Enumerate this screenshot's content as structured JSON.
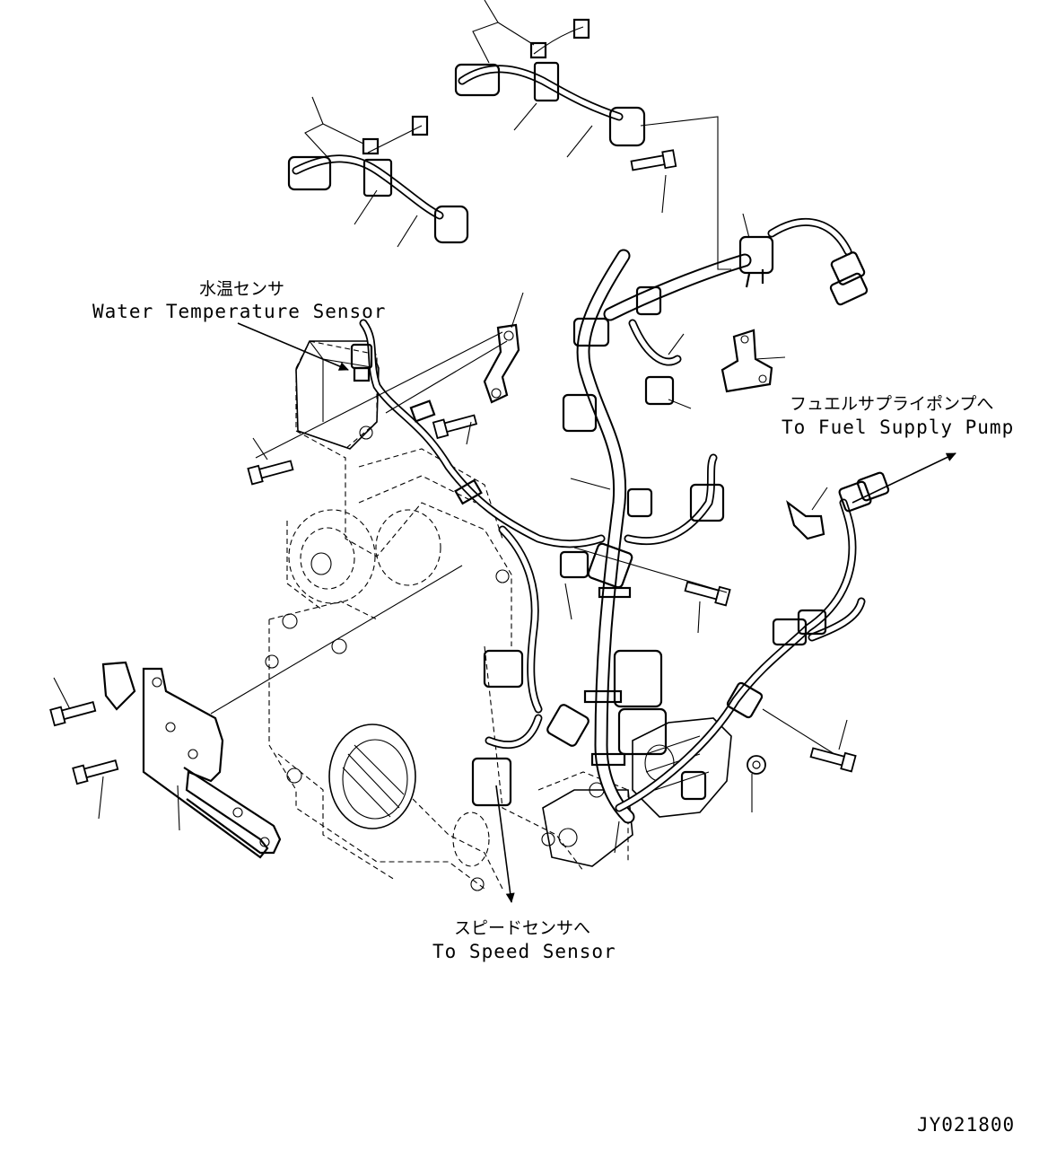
{
  "labels": {
    "water_temp_jp": "水温センサ",
    "water_temp_en": "Water Temperature Sensor",
    "fuel_pump_jp": "フュエルサプライポンプへ",
    "fuel_pump_en": "To Fuel Supply Pump",
    "speed_sensor_jp": "スピードセンサへ",
    "speed_sensor_en": "To Speed Sensor",
    "drawing_id": "JY021800"
  }
}
